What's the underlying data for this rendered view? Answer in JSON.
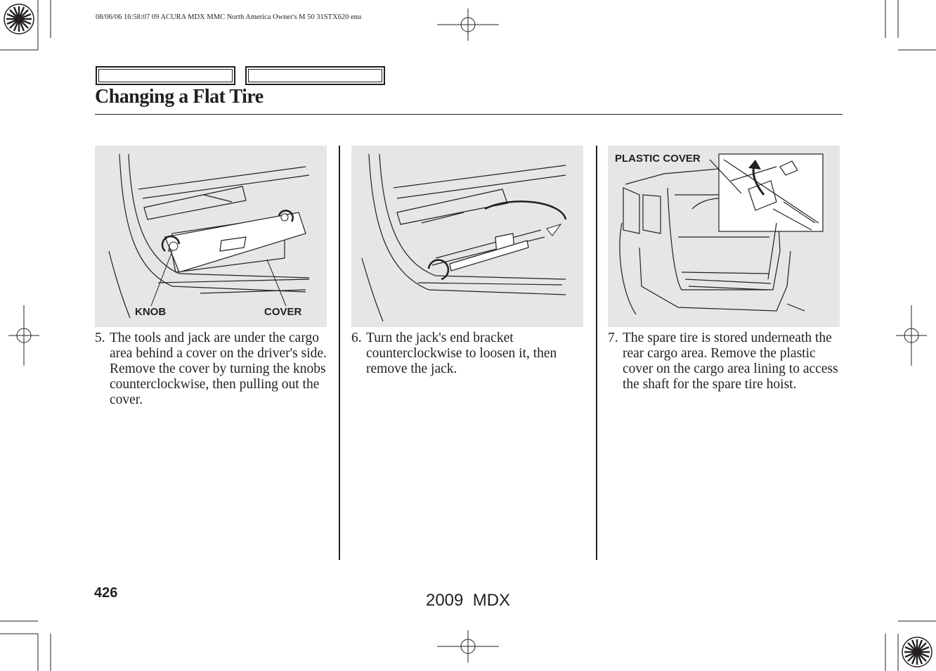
{
  "print_info": "08/06/06 16:58:07    09 ACURA MDX MMC North America Owner's M 50 31STX620 enu",
  "section_title": "Changing a Flat Tire",
  "steps": [
    {
      "number": "5.",
      "text": "The tools and jack are under the cargo area behind a cover on the driver's side. Remove the cover by turning the knobs counterclockwise, then pulling out the cover.",
      "callouts": [
        "KNOB",
        "COVER"
      ]
    },
    {
      "number": "6.",
      "text": "Turn the jack's end bracket counterclockwise to loosen it, then remove the jack.",
      "callouts": []
    },
    {
      "number": "7.",
      "text": "The spare tire is stored underneath the rear cargo area. Remove the plastic cover on the cargo area lining to access the shaft for the spare tire hoist.",
      "callouts": [
        "PLASTIC COVER"
      ]
    }
  ],
  "page_number": "426",
  "footer_model": "2009  MDX",
  "colors": {
    "ink": "#231f20",
    "illustration_bg": "#e6e6e6"
  }
}
